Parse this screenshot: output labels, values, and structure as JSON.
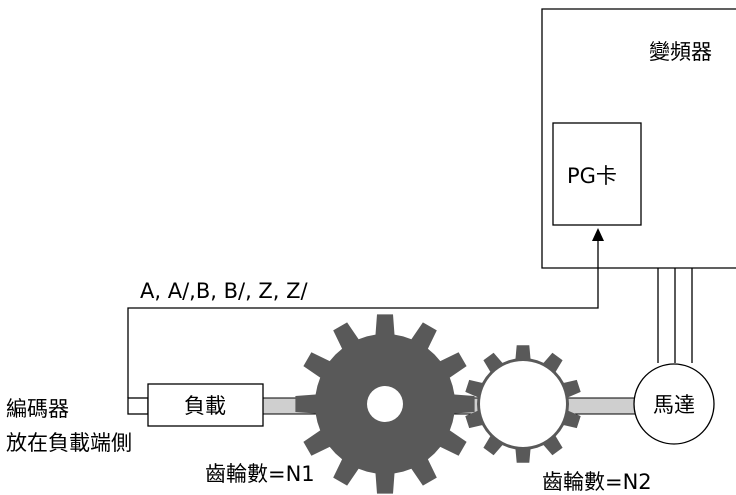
{
  "inverter": {
    "label": "變頻器"
  },
  "pg_card": {
    "label": "PG卡"
  },
  "signal_line": {
    "label": "A, A/,B, B/, Z, Z/"
  },
  "encoder": {
    "label": "編碼器",
    "note": "放在負載端側"
  },
  "load": {
    "label": "負載"
  },
  "motor": {
    "label": "馬達"
  },
  "gear_1": {
    "label": "齒輪數=N1"
  },
  "gear_2": {
    "label": "齒輪數=N2"
  },
  "colors": {
    "gear": "#595959",
    "shaft": "#cfcfcf",
    "line": "#000000"
  }
}
